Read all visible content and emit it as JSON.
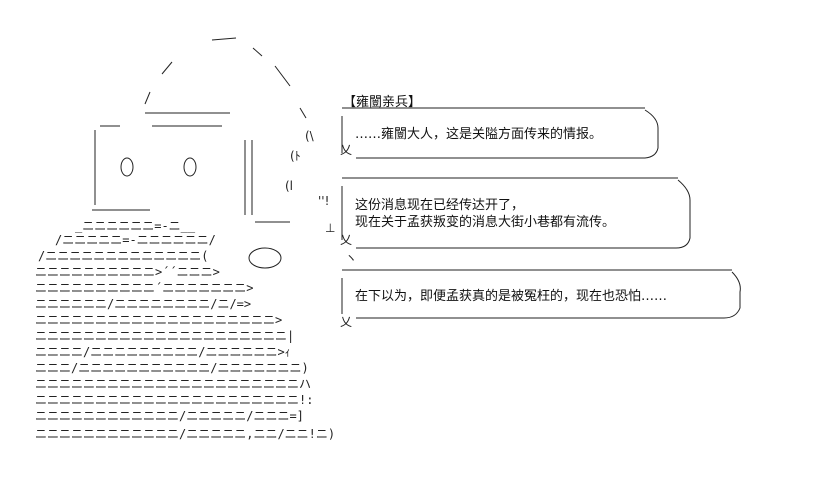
{
  "speaker": "【雍闓亲兵】",
  "bubbles": [
    {
      "lines": [
        "……雍闓大人，这是关隘方面传来的情报。"
      ]
    },
    {
      "lines": [
        "这份消息现在已经传达开了，",
        "现在关于孟获叛变的消息大街小巷都有流传。"
      ]
    },
    {
      "lines": [
        "在下以为，即便孟获真的是被冤枉的，现在也恐怕……"
      ]
    }
  ]
}
